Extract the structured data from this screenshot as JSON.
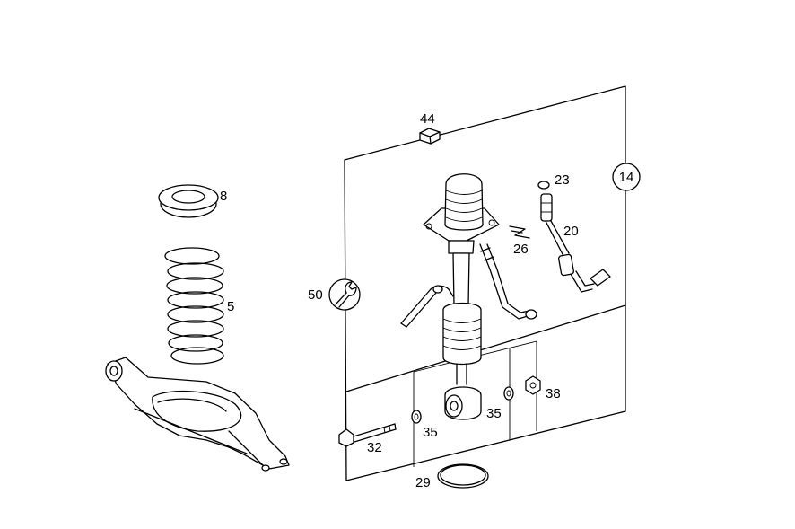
{
  "callouts": {
    "p44": "44",
    "p23": "23",
    "p14": "14",
    "p8": "8",
    "p20": "20",
    "p26": "26",
    "p5": "5",
    "p50": "50",
    "p38": "38",
    "p35a": "35",
    "p35b": "35",
    "p32": "32",
    "p29": "29"
  },
  "icons": {
    "circled_ref": "circled-number-icon",
    "tool": "wrench-icon"
  }
}
